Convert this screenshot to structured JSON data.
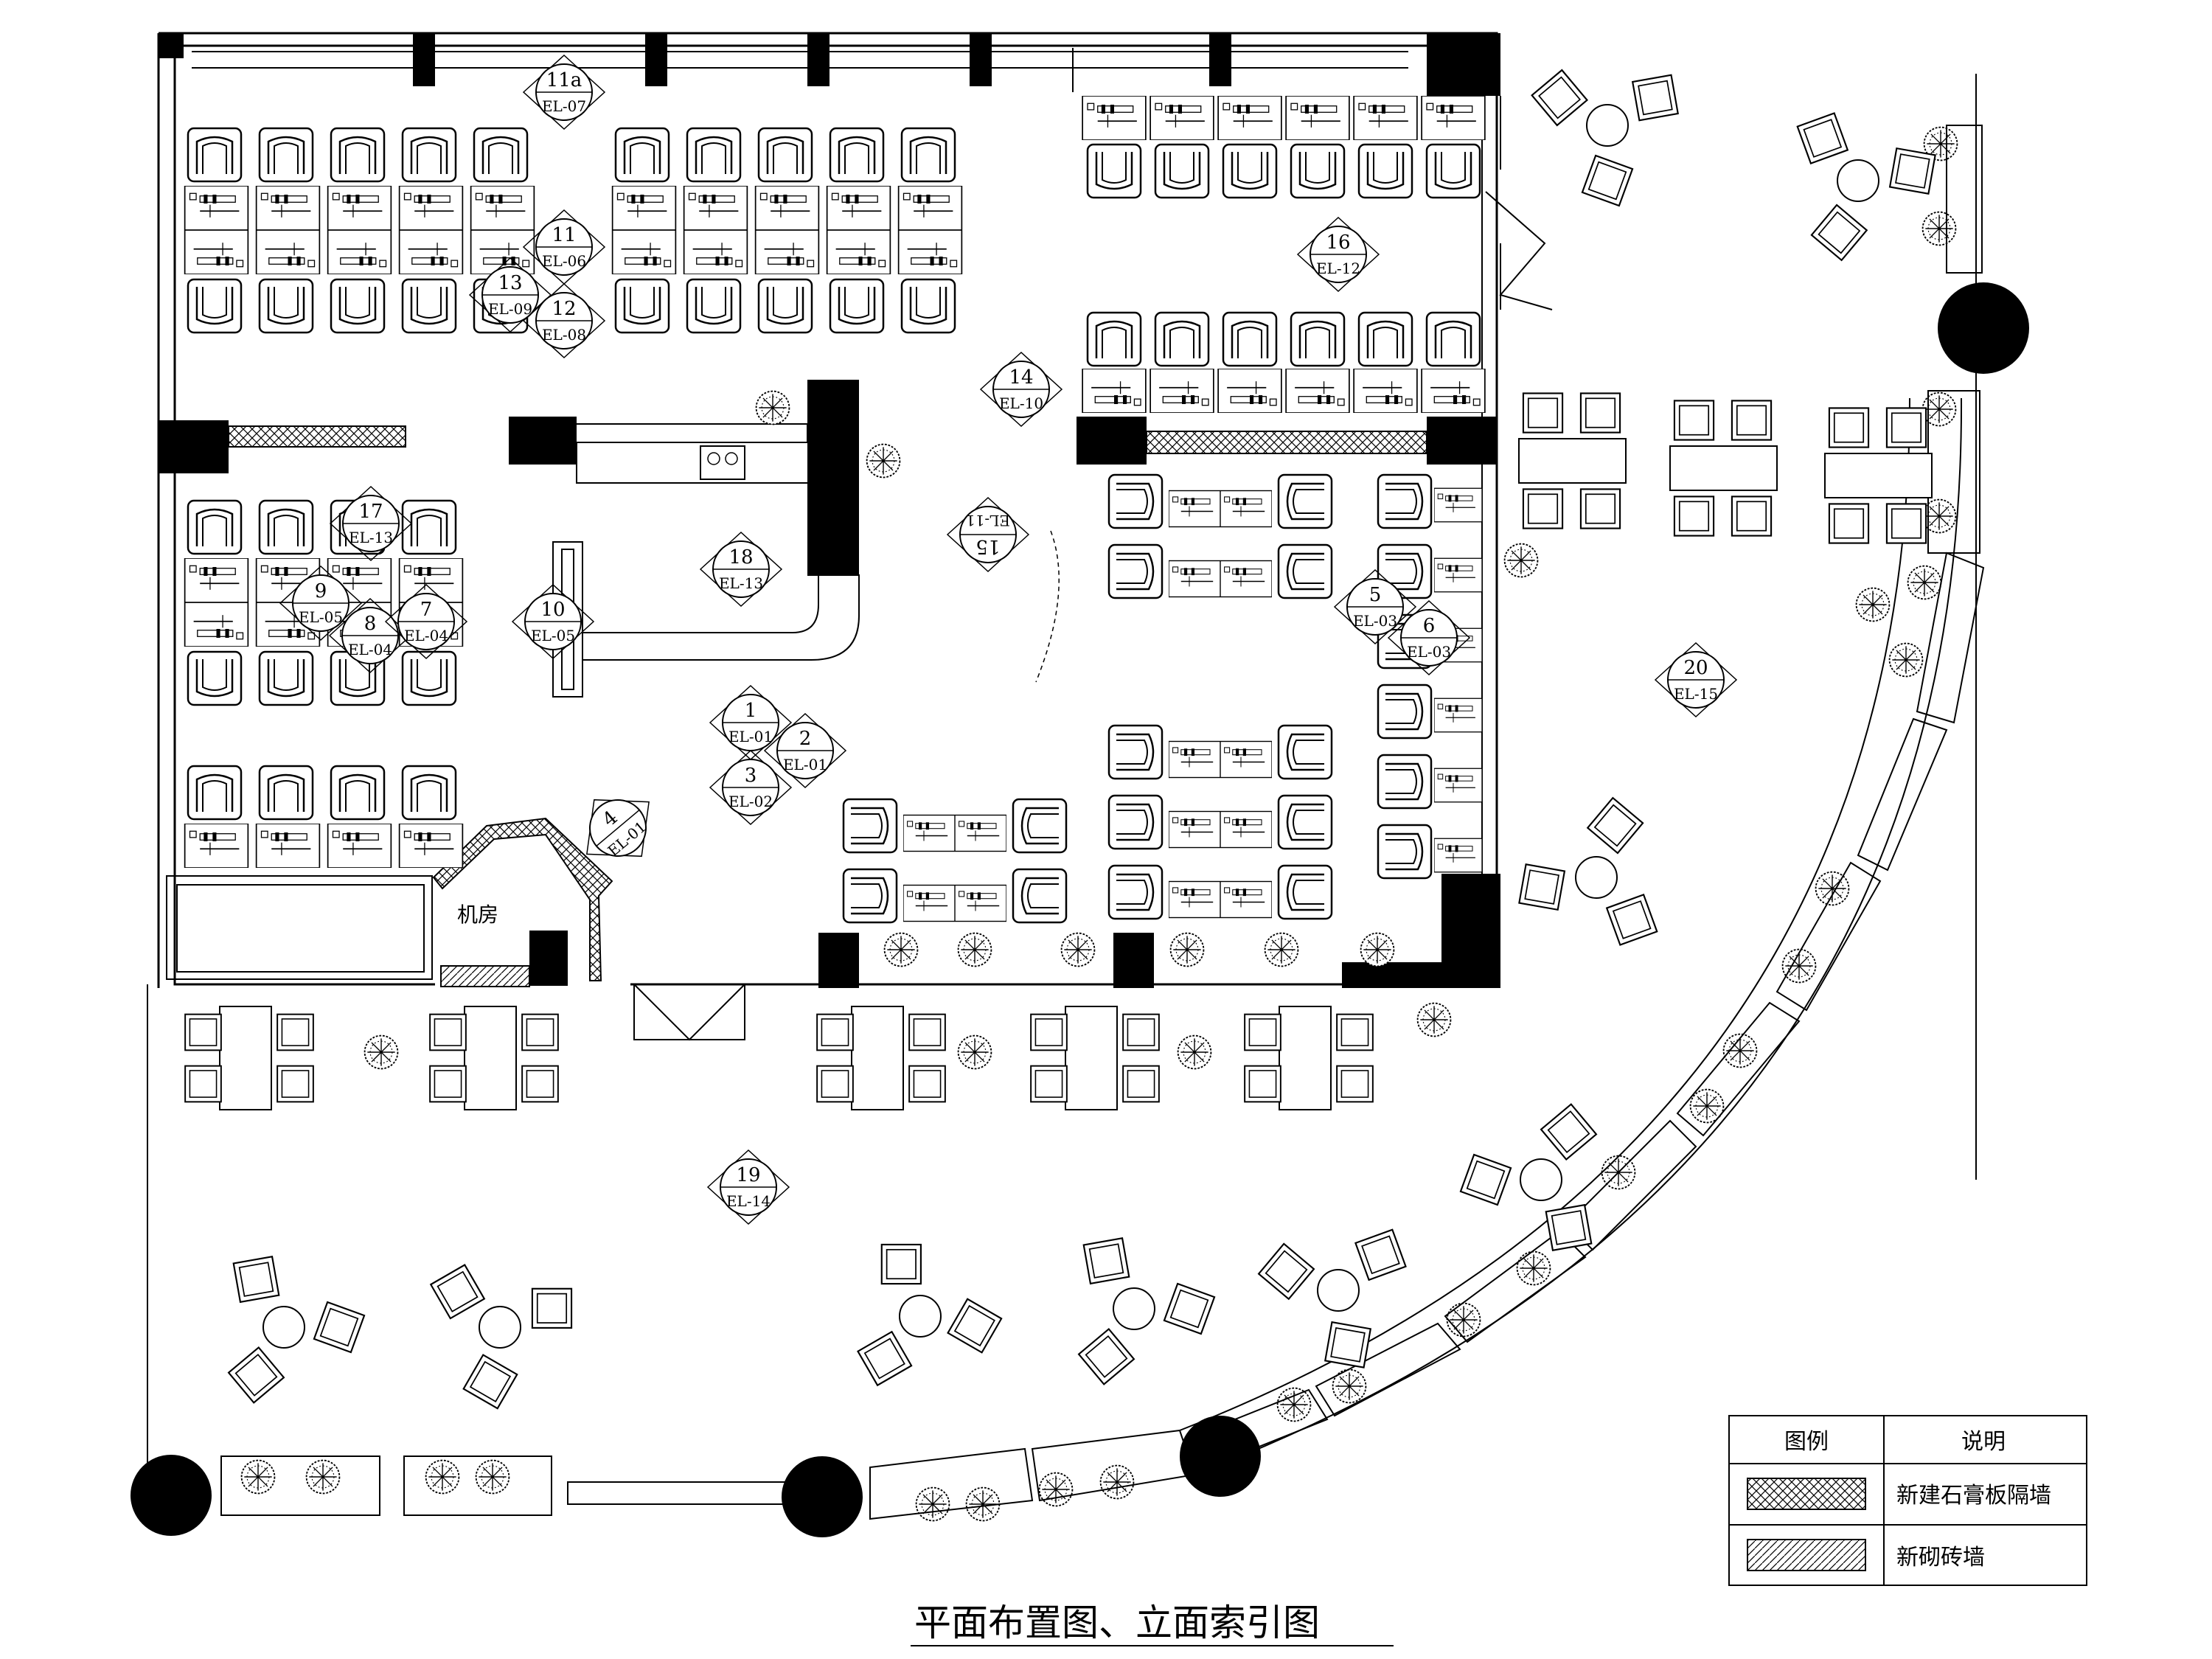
{
  "drawing": {
    "title": "平面布置图、立面索引图",
    "room_label": "机房"
  },
  "legend": {
    "header_symbol": "图例",
    "header_description": "说明",
    "items": [
      {
        "pattern": "crosshatch",
        "label": "新建石膏板隔墙"
      },
      {
        "pattern": "diagonal",
        "label": "新砌砖墙"
      }
    ]
  },
  "elevation_markers": [
    {
      "num": "11a",
      "ref": "EL-07"
    },
    {
      "num": "11",
      "ref": "EL-06"
    },
    {
      "num": "13",
      "ref": "EL-09"
    },
    {
      "num": "12",
      "ref": "EL-08"
    },
    {
      "num": "16",
      "ref": "EL-12"
    },
    {
      "num": "14",
      "ref": "EL-10"
    },
    {
      "num": "15",
      "ref": "EL-11"
    },
    {
      "num": "17",
      "ref": "EL-13"
    },
    {
      "num": "18",
      "ref": "EL-13"
    },
    {
      "num": "10",
      "ref": "EL-05"
    },
    {
      "num": "9",
      "ref": "EL-05"
    },
    {
      "num": "8",
      "ref": "EL-04"
    },
    {
      "num": "7",
      "ref": "EL-04"
    },
    {
      "num": "5",
      "ref": "EL-03"
    },
    {
      "num": "6",
      "ref": "EL-03"
    },
    {
      "num": "20",
      "ref": "EL-15"
    },
    {
      "num": "1",
      "ref": "EL-01"
    },
    {
      "num": "2",
      "ref": "EL-01"
    },
    {
      "num": "3",
      "ref": "EL-02"
    },
    {
      "num": "4",
      "ref": "EL-01"
    },
    {
      "num": "19",
      "ref": "EL-14"
    }
  ],
  "colors": {
    "ink": "#000000",
    "paper": "#ffffff"
  }
}
